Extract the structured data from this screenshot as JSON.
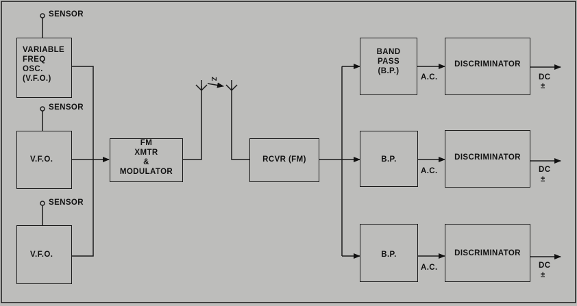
{
  "sensors": [
    "SENSOR",
    "SENSOR",
    "SENSOR"
  ],
  "vfo": {
    "top": [
      "VARIABLE",
      "FREQ",
      "OSC.",
      "(V.F.O.)"
    ],
    "mid": "V.F.O.",
    "bot": "V.F.O."
  },
  "transmitter": [
    "FM",
    "XMTR",
    "&",
    "MODULATOR"
  ],
  "antenna_label": "Z",
  "receiver": "RCVR (FM)",
  "bandpass": {
    "top": [
      "BAND",
      "PASS",
      "(B.P.)"
    ],
    "mid": "B.P.",
    "bot": "B.P."
  },
  "ac_labels": [
    "A.C.",
    "A.C.",
    "A.C."
  ],
  "discriminators": [
    "DISCRIMINATOR",
    "DISCRIMINATOR",
    "DISCRIMINATOR"
  ],
  "dc_labels": [
    "DC",
    "DC",
    "DC"
  ],
  "pm_labels": [
    "±",
    "±",
    "±"
  ]
}
